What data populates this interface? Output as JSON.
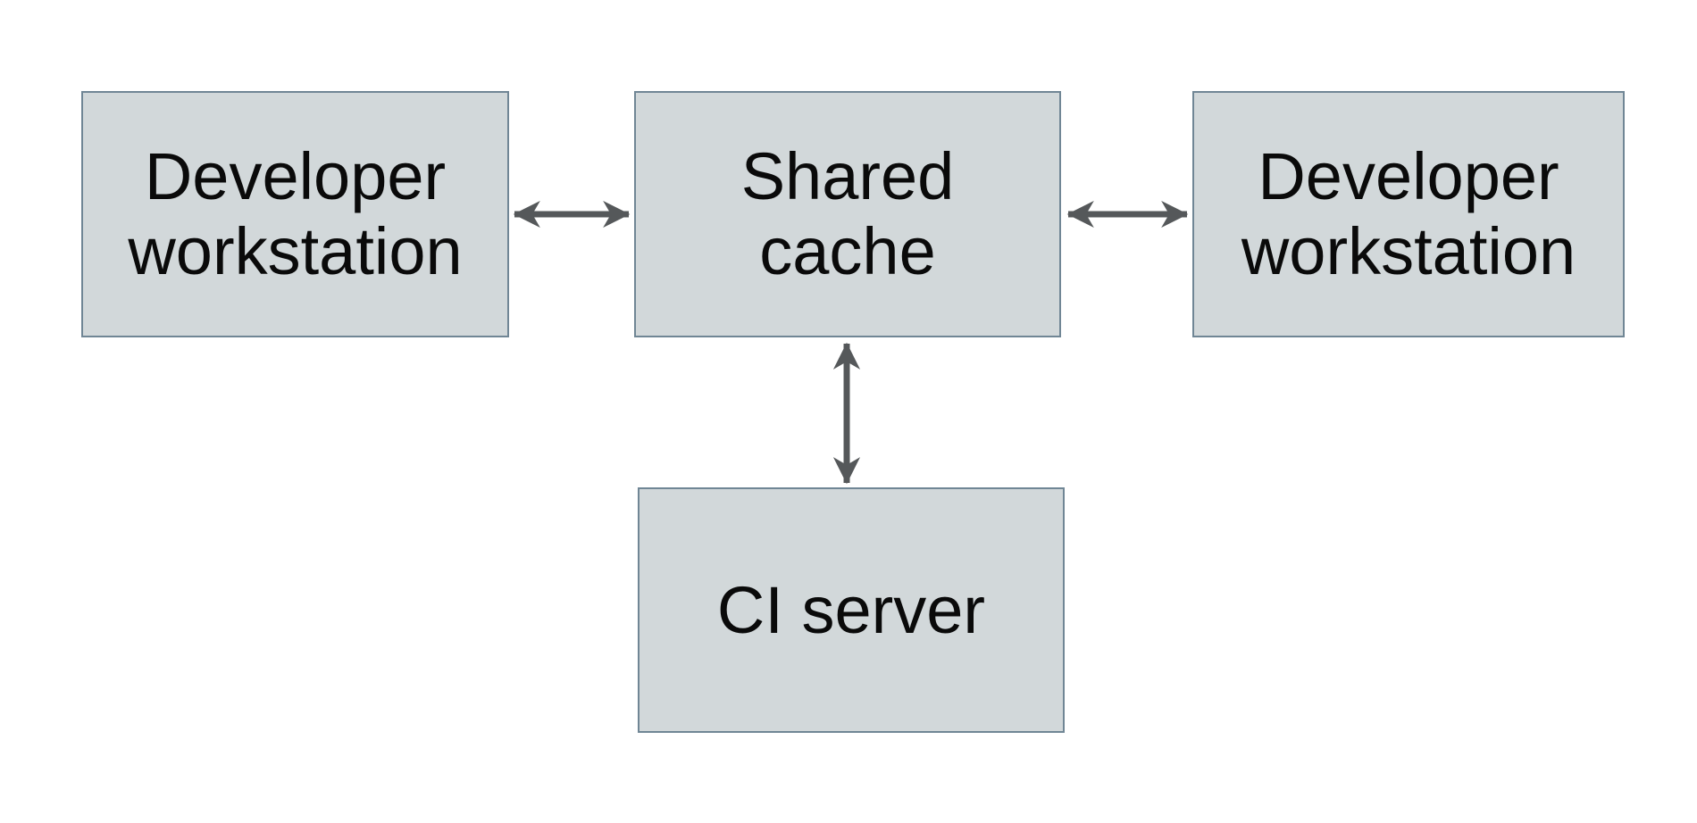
{
  "diagram": {
    "nodes": {
      "left_workstation": {
        "label": "Developer workstation",
        "line1": "Developer",
        "line2": "workstation"
      },
      "shared_cache": {
        "label": "Shared cache",
        "line1": "Shared",
        "line2": "cache"
      },
      "right_workstation": {
        "label": "Developer workstation",
        "line1": "Developer",
        "line2": "workstation"
      },
      "ci_server": {
        "label": "CI server",
        "line1": "CI server"
      }
    },
    "connections": [
      {
        "from": "left_workstation",
        "to": "shared_cache",
        "type": "bidirectional-arrow"
      },
      {
        "from": "shared_cache",
        "to": "right_workstation",
        "type": "bidirectional-arrow"
      },
      {
        "from": "shared_cache",
        "to": "ci_server",
        "type": "bidirectional-arrow"
      }
    ],
    "colors": {
      "background": "#ffffff",
      "node_fill": "#d2d8da",
      "node_border": "#708695",
      "arrow": "#55585a",
      "text": "#0a0a0a"
    }
  }
}
